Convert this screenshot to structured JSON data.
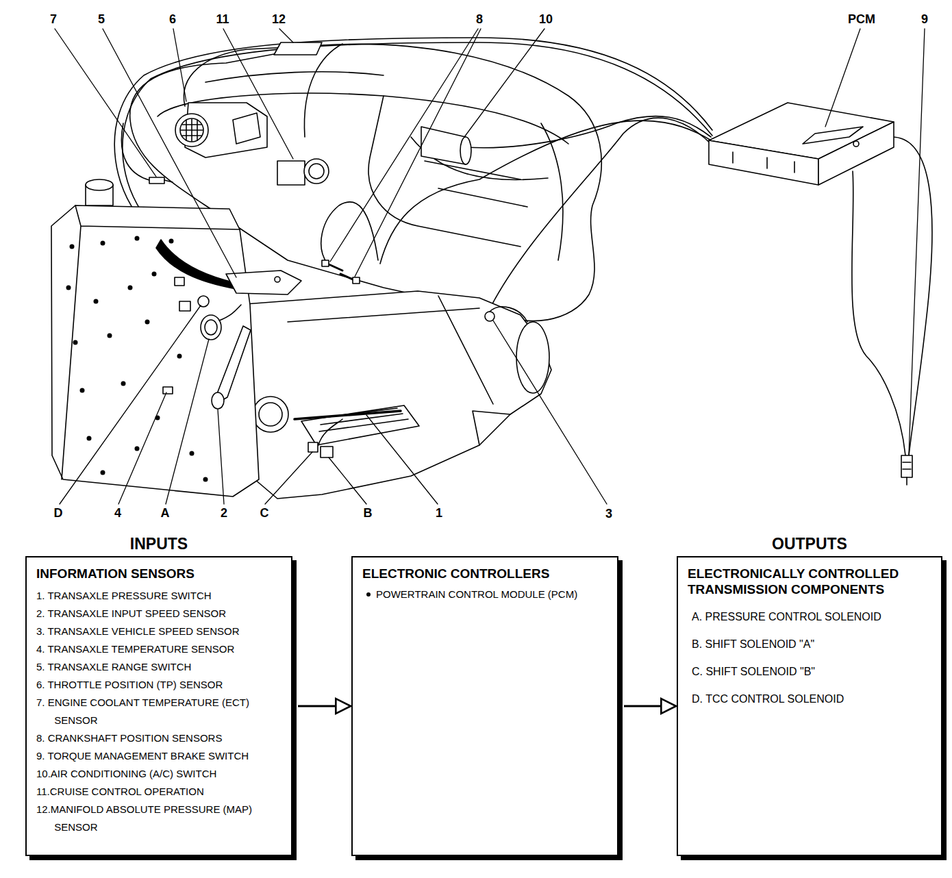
{
  "diagram": {
    "nodes": [
      {
        "text": [
          "INPUTS",
          "INFORMATION SENSORS",
          "1. TRANSAXLE PRESSURE SWITCH",
          "2. TRANSAXLE INPUT SPEED SENSOR",
          "3. TRANSAXLE VEHICLE SPEED SENSOR",
          "4. TRANSAXLE TEMPERATURE SENSOR",
          "5. TRANSAXLE RANGE SWITCH",
          "6. THROTTLE POSITION (TP) SENSOR",
          "7. ENGINE COOLANT TEMPERATURE (ECT) SENSOR",
          "8. CRANKSHAFT POSITION SENSORS",
          "9. TORQUE MANAGEMENT BRAKE SWITCH",
          "10.AIR CONDITIONING (A/C) SWITCH",
          "11.CRUISE CONTROL OPERATION",
          "12.MANIFOLD ABSOLUTE PRESSURE (MAP) SENSOR"
        ]
      },
      {
        "text": [
          "ELECTRONIC CONTROLLERS",
          "POWERTRAIN CONTROL MODULE (PCM)"
        ]
      },
      {
        "text": [
          "OUTPUTS",
          "ELECTRONICALLY CONTROLLED TRANSMISSION COMPONENTS",
          "A. PRESSURE CONTROL SOLENOID",
          "B. SHIFT SOLENOID \"A\"",
          "C. SHIFT SOLENOID \"B\"",
          "D. TCC CONTROL SOLENOID"
        ]
      }
    ],
    "edges": [
      {
        "from": 0,
        "to": 1,
        "arrow": "to"
      },
      {
        "from": 1,
        "to": 2,
        "arrow": "to"
      }
    ],
    "labels": [
      "7",
      "5",
      "6",
      "11",
      "12",
      "8",
      "10",
      "PCM",
      "9",
      "D",
      "4",
      "A",
      "2",
      "C",
      "B",
      "1",
      "3"
    ]
  }
}
